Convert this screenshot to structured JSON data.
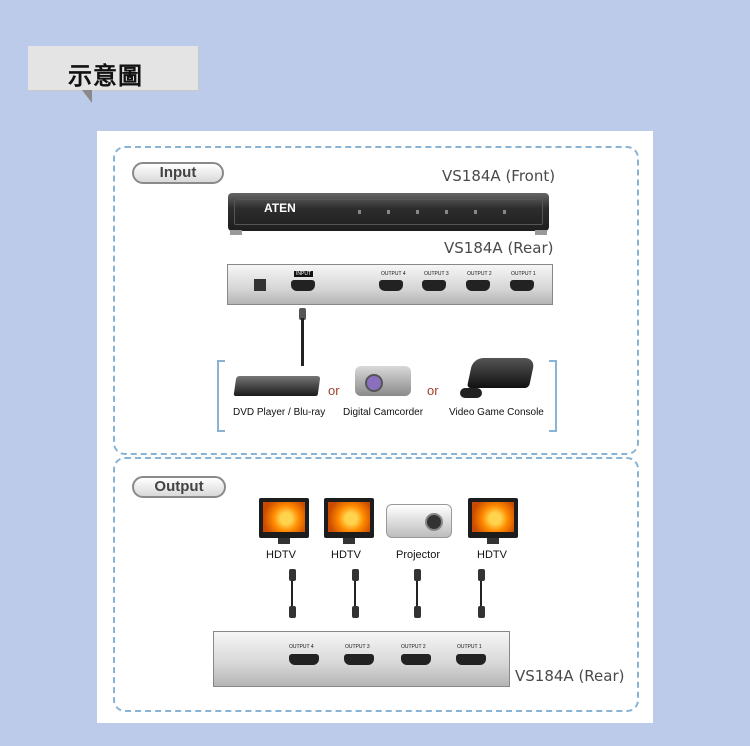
{
  "header": {
    "title": "示意圖"
  },
  "input_section": {
    "pill": "Input",
    "front_label": "VS184A (Front)",
    "rear_label": "VS184A (Rear)",
    "brand": "ATEN",
    "rear_ports": {
      "input": "INPUT",
      "output4": "OUTPUT 4",
      "output3": "OUTPUT 3",
      "output2": "OUTPUT 2",
      "output1": "OUTPUT 1"
    },
    "sources": [
      "DVD Player / Blu-ray",
      "Digital Camcorder",
      "Video Game Console"
    ],
    "or_text": "or"
  },
  "output_section": {
    "pill": "Output",
    "displays": [
      "HDTV",
      "HDTV",
      "Projector",
      "HDTV"
    ],
    "rear_label": "VS184A (Rear)",
    "rear_ports": {
      "output4": "OUTPUT 4",
      "output3": "OUTPUT 3",
      "output2": "OUTPUT 2",
      "output1": "OUTPUT 1"
    }
  },
  "colors": {
    "background": "#bccbe9",
    "dashed_border": "#89b3d4",
    "or_color": "#a0402a"
  }
}
